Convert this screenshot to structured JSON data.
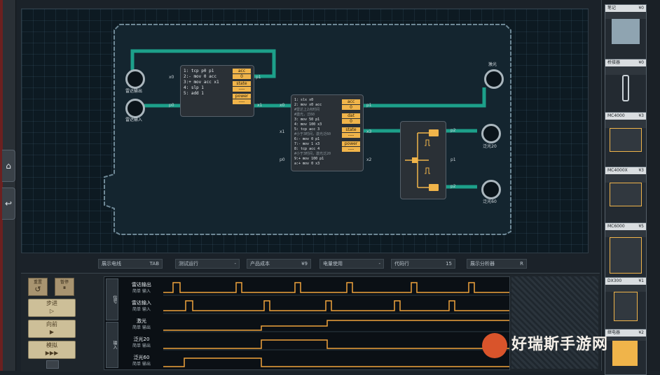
{
  "left_buttons": [
    {
      "icon": "home-icon",
      "glyph": "⌂"
    },
    {
      "icon": "undo-icon",
      "glyph": "↩"
    }
  ],
  "board": {
    "ports_left": [
      {
        "name": "雷达输出"
      },
      {
        "name": "雷达输入"
      }
    ],
    "ports_right": [
      {
        "name": "激光"
      },
      {
        "name": "泛光20"
      },
      {
        "name": "泛光60"
      }
    ],
    "mc1": {
      "left_label": "x0",
      "right_label": "p1",
      "in_label": "p0",
      "out_label": "x1",
      "code": [
        "1:  tcp p0 p1",
        "2:- mov 0 acc",
        "3:+ mov acc x1",
        "4:  slp 1",
        "5:  add 1"
      ],
      "regs": [
        {
          "name": "acc",
          "value": "0"
        },
        {
          "name": "state",
          "value": "----"
        },
        {
          "name": "power",
          "value": "----"
        }
      ]
    },
    "mc2": {
      "left_labels": [
        "x0",
        "x1",
        "p0"
      ],
      "right_labels": [
        "p1",
        "x3",
        "x2"
      ],
      "code": [
        "1:  slx x0",
        "2:  mov x0 acc",
        "#雷达上2点时间",
        "#激光，泛60",
        "3:  mov 50 p1",
        "4:  mov 100 x3",
        "5:  tcp acc 3",
        "#小于3时间，激光泛60",
        "6:- mov 0 p1",
        "7:- mov 1 x3",
        "8:  tcp acc 4",
        "#小于3时间，激光泛20",
        "9:+ mov 100 p1",
        "a:+ mov 0 x3"
      ],
      "regs": [
        {
          "name": "acc",
          "value": "0"
        },
        {
          "name": "dat",
          "value": "0"
        },
        {
          "name": "state",
          "value": "----"
        },
        {
          "name": "power",
          "value": "----"
        }
      ]
    },
    "relay": {
      "right_labels": [
        "p2",
        "p1",
        "p2"
      ]
    }
  },
  "footbar": [
    {
      "label": "展示电线",
      "value": "TAB"
    },
    {
      "label": "测试运行",
      "value": "-"
    },
    {
      "label": "产品成本",
      "value": "¥9"
    },
    {
      "label": "电量使用",
      "value": "-"
    },
    {
      "label": "代码行",
      "value": "15"
    },
    {
      "label": "展示分析器",
      "value": "R"
    }
  ],
  "controls": {
    "small": [
      {
        "label": "重置",
        "glyph": "↺"
      },
      {
        "label": "暂停",
        "glyph": "⏸"
      }
    ],
    "step": {
      "label": "步进",
      "glyph": "▷"
    },
    "forward": {
      "label": "向前",
      "glyph": "▶"
    },
    "simulate": {
      "label": "模拟",
      "glyph": "▶▶▶"
    }
  },
  "waves": {
    "side_tabs": [
      "信号",
      "输入"
    ],
    "rows": [
      {
        "name": "雷达输出",
        "sub": "简单 输入"
      },
      {
        "name": "雷达输入",
        "sub": "简单 输入"
      },
      {
        "name": "激光",
        "sub": "简单 输出"
      },
      {
        "name": "泛光20",
        "sub": "简单 输出"
      },
      {
        "name": "泛光60",
        "sub": "简单 输出"
      }
    ]
  },
  "sidebar": [
    {
      "name": "笔记",
      "price": "¥0"
    },
    {
      "name": "桥接器",
      "price": "¥0"
    },
    {
      "name": "MC4000",
      "price": "¥3"
    },
    {
      "name": "MC4000X",
      "price": "¥3"
    },
    {
      "name": "MC6000",
      "price": "¥5"
    },
    {
      "name": "DX300",
      "price": "¥1"
    },
    {
      "name": "继电器",
      "price": "¥2"
    }
  ],
  "watermark": {
    "text": "好瑞斯手游网"
  },
  "colors": {
    "wire": "#1fb69a",
    "accent": "#f0b44a",
    "board": "#0d1a22"
  }
}
